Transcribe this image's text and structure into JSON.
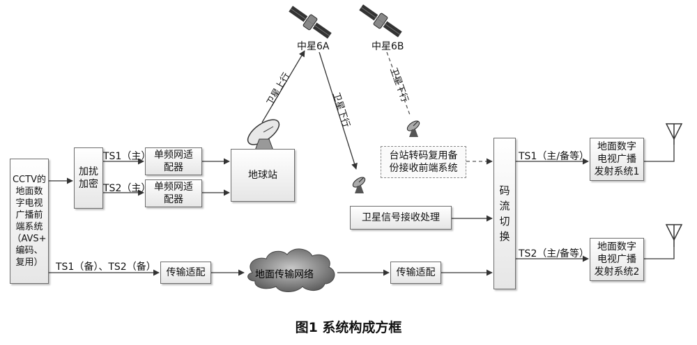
{
  "satellites": {
    "s6a": "中星6A",
    "s6b": "中星6B"
  },
  "links": {
    "uplink": "卫星上行",
    "downlink_6a": "卫星下行",
    "downlink_6b": "卫星下行"
  },
  "boxes": {
    "cctv": "CCTV的\n地面数\n字电视\n广播前\n端系统\n（AVS+\n编码、\n复用）",
    "scramble": "加扰\n加密",
    "sfn1": "单频网适\n配器",
    "sfn2": "单频网适\n配器",
    "earth_station": "地球站",
    "backup_frontend": "台站转码复用备\n份接收前端系统",
    "sat_receive": "卫星信号接收处理",
    "stream_switch": "码\n流\n切\n换",
    "tx1": "地面数字\n电视广播\n发射系统1",
    "tx2": "地面数字\n电视广播\n发射系统2",
    "adapt_left": "传输适配",
    "adapt_right": "传输适配",
    "network": "地面传输网络"
  },
  "labels": {
    "ts1_main": "TS1（主）",
    "ts2_main": "TS2（主）",
    "ts_backup": "TS1（备）、TS2（备）",
    "ts1_mb": "TS1（主/备等）",
    "ts2_mb": "TS2（主/备等）"
  },
  "caption": "图1  系统构成方框"
}
